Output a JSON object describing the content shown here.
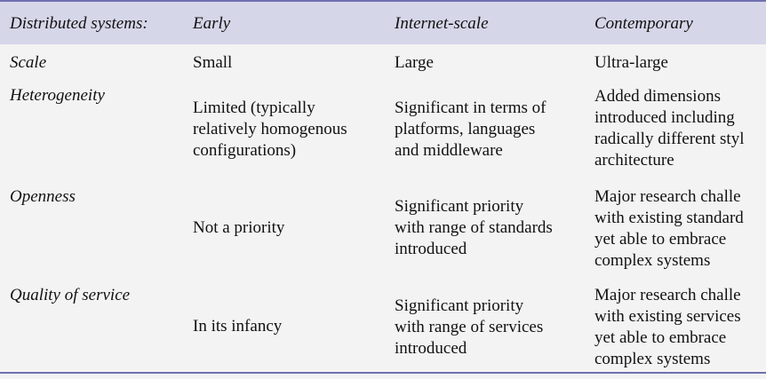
{
  "table": {
    "headers": [
      "Distributed systems:",
      "Early",
      "Internet-scale",
      "Contemporary"
    ],
    "rows": [
      {
        "label": "Scale",
        "early": [
          "Small"
        ],
        "internet": [
          "Large"
        ],
        "contemporary": [
          "Ultra-large"
        ]
      },
      {
        "label": "Heterogeneity",
        "early": [
          "Limited (typically",
          "relatively homogenous",
          "configurations)"
        ],
        "internet": [
          "Significant in terms of",
          "platforms, languages",
          "and middleware"
        ],
        "contemporary": [
          "Added dimensions",
          "introduced including",
          "radically different styl",
          "architecture"
        ]
      },
      {
        "label": "Openness",
        "early": [
          "Not a priority"
        ],
        "internet": [
          "Significant priority",
          "with range of standards",
          "introduced"
        ],
        "contemporary": [
          "Major research challe",
          "with existing standard",
          "yet able to embrace",
          "complex systems"
        ]
      },
      {
        "label": "Quality of service",
        "early": [
          "In its infancy"
        ],
        "internet": [
          "Significant priority",
          "with range of services",
          "introduced"
        ],
        "contemporary": [
          "Major research challe",
          "with existing services",
          "yet able to embrace",
          "complex systems"
        ]
      }
    ]
  }
}
